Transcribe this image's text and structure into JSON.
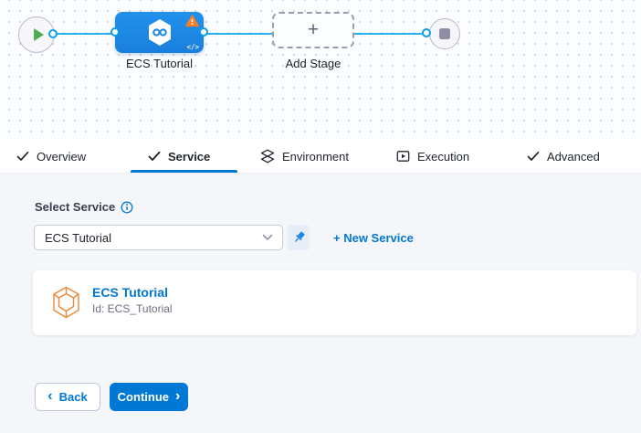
{
  "graph": {
    "stage_label": "ECS Tutorial",
    "add_stage_label": "Add Stage"
  },
  "tabs": [
    {
      "label": "Overview",
      "icon": "check"
    },
    {
      "label": "Service",
      "icon": "check",
      "active": true
    },
    {
      "label": "Environment",
      "icon": "layers"
    },
    {
      "label": "Execution",
      "icon": "play-box"
    },
    {
      "label": "Advanced",
      "icon": "check"
    }
  ],
  "service_panel": {
    "select_label": "Select Service",
    "selected_service": "ECS Tutorial",
    "new_service_link": "+ New Service",
    "service_card": {
      "title": "ECS Tutorial",
      "id_line": "Id: ECS_Tutorial"
    }
  },
  "footer": {
    "back_label": "Back",
    "continue_label": "Continue"
  },
  "icons": {
    "plus": "+",
    "code": "</>",
    "back_chevron": "‹",
    "continue_chevron": "›"
  },
  "colors": {
    "accent_blue": "#0278d5",
    "node_blue": "#1e88e7",
    "edge_blue": "#29b1f0",
    "warning_orange": "#fb7c22",
    "success_green": "#4caf50",
    "service_icon_orange": "#e8893c",
    "content_background": "#f4f6fa"
  }
}
